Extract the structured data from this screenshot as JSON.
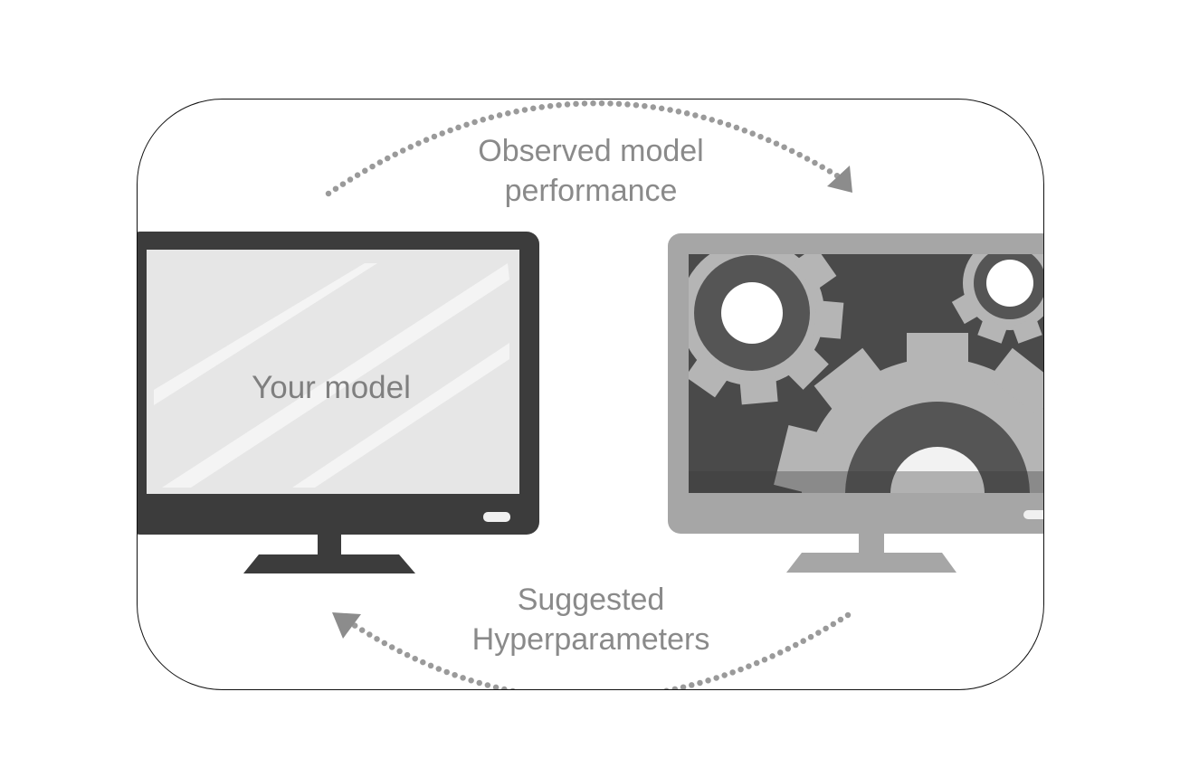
{
  "top_label": {
    "line1": "Observed model",
    "line2": "performance"
  },
  "bottom_label": {
    "line1": "Suggested",
    "line2": "Hyperparameters"
  },
  "left_monitor": {
    "screen_text": "Your model"
  },
  "colors": {
    "text": "#8a8a8a",
    "arrow": "#9a9a9a",
    "dark_monitor": "#3c3c3c",
    "light_monitor": "#a6a6a6",
    "gear_dark": "#4a4a4a",
    "gear_light": "#b5b5b5"
  },
  "icons": [
    "dotted-arrow-icon",
    "monitor-icon",
    "gears-icon"
  ]
}
